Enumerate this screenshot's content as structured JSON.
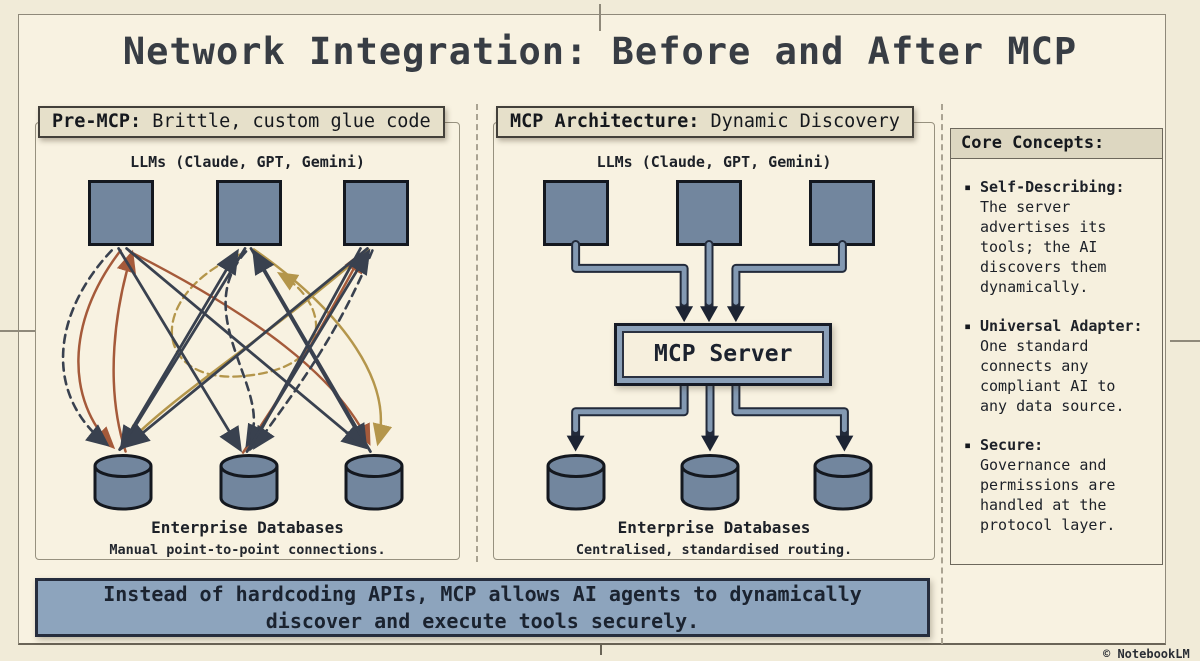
{
  "page": {
    "title": "Network Integration: Before and After MCP",
    "watermark": "© NotebookLM"
  },
  "panels": {
    "pre_mcp": {
      "header_bold": "Pre-MCP:",
      "header_rest": " Brittle, custom glue code",
      "llms_label": "LLMs (Claude, GPT, Gemini)",
      "db_label": "Enterprise Databases",
      "caption": "Manual point-to-point connections."
    },
    "mcp": {
      "header_bold": "MCP Architecture:",
      "header_rest": " Dynamic Discovery",
      "llms_label": "LLMs (Claude, GPT, Gemini)",
      "server_label": "MCP Server",
      "db_label": "Enterprise Databases",
      "caption": "Centralised, standardised routing."
    },
    "core_concepts": {
      "header": "Core Concepts:",
      "items": [
        {
          "term": "Self-Describing:",
          "desc": "The server advertises its tools; the AI discovers them dynamically."
        },
        {
          "term": "Universal Adapter:",
          "desc": "One standard connects any compliant AI to any data source."
        },
        {
          "term": "Secure:",
          "desc": "Governance and permissions are handled at the protocol layer."
        }
      ]
    }
  },
  "banner": {
    "line1": "Instead of hardcoding APIs, MCP allows AI agents to dynamically",
    "line2": "discover and execute tools securely."
  },
  "colors": {
    "background": "#f8f2e1",
    "node_fill": "#72869e",
    "node_border": "#14181f",
    "header_fill": "#e6e0ca",
    "banner_fill": "#8da4bd",
    "arrow_navy": "#39414f",
    "arrow_rust": "#a55a3a",
    "arrow_gold": "#b4964b",
    "connector_blue": "#8399b2"
  }
}
